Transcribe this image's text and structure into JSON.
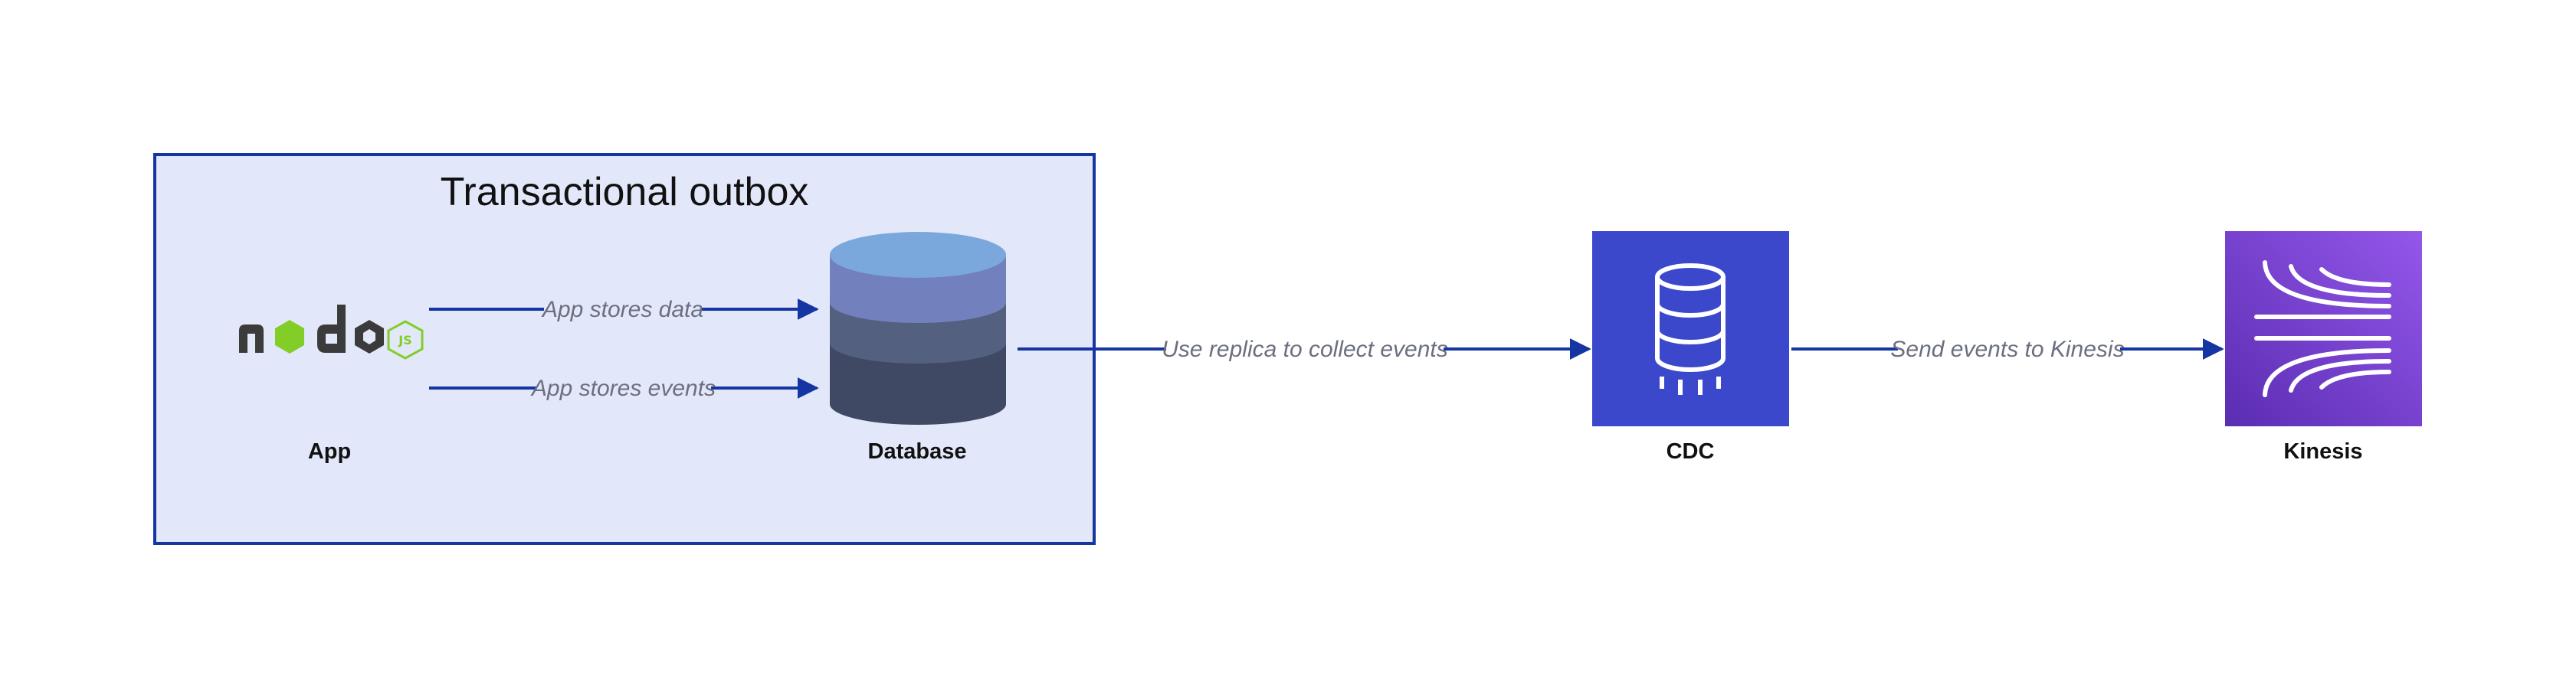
{
  "group": {
    "title": "Transactional outbox"
  },
  "nodes": {
    "app": {
      "label": "App",
      "logo_word": "node",
      "logo_badge": "JS"
    },
    "database": {
      "label": "Database"
    },
    "cdc": {
      "label": "CDC"
    },
    "kinesis": {
      "label": "Kinesis"
    }
  },
  "edges": {
    "app_data": {
      "label": "App stores data"
    },
    "app_events": {
      "label": "App stores events"
    },
    "replica": {
      "label": "Use replica to collect events"
    },
    "send": {
      "label": "Send events to Kinesis"
    }
  },
  "colors": {
    "group_fill": "#e2e8f9",
    "group_border": "#1535a3",
    "arrow": "#1535a3",
    "cdc_fill": "#3b48cc",
    "kinesis_gradient_top": "#8c4fe6",
    "kinesis_gradient_bottom": "#5b2cb3",
    "node_green": "#83cd29"
  },
  "icons": {
    "app": "nodejs-logo-icon",
    "database": "database-cylinder-icon",
    "cdc": "aws-database-migration-icon",
    "kinesis": "aws-kinesis-icon"
  }
}
